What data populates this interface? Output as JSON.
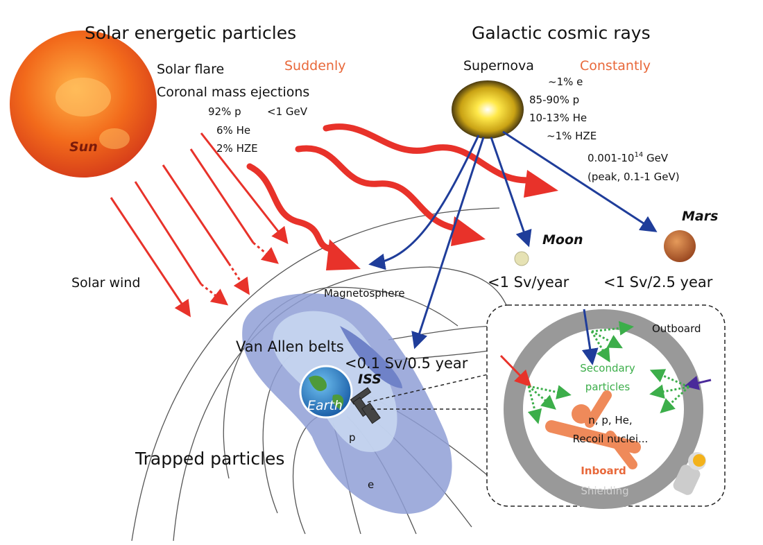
{
  "titles": {
    "sep": "Solar energetic particles",
    "gcr": "Galactic cosmic rays"
  },
  "sun": {
    "label": "Sun",
    "solar_flare": "Solar flare",
    "cme": "Coronal mass ejections",
    "timing": "Suddenly",
    "composition": [
      "92% p",
      "6% He",
      "2% HZE"
    ],
    "energy": "<1 GeV"
  },
  "supernova": {
    "label": "Supernova",
    "timing": "Constantly",
    "composition": [
      "~1% e",
      "85-90% p",
      "10-13% He",
      "~1% HZE"
    ],
    "energy_prefix": "0.001-10",
    "energy_exp": "14",
    "energy_suffix": " GeV",
    "energy_peak": "(peak, 0.1-1 GeV)"
  },
  "moon": {
    "label": "Moon",
    "dose": "<1 Sv/year"
  },
  "mars": {
    "label": "Mars",
    "dose": "<1 Sv/2.5 year"
  },
  "solar_wind": "Solar wind",
  "magnetosphere": "Magnetosphere",
  "van_allen": "Van Allen belts",
  "iss": {
    "label": "ISS",
    "dose": "<0.1 Sv/0.5 year"
  },
  "earth": "Earth",
  "belts": {
    "p": "p",
    "e": "e"
  },
  "trapped": "Trapped particles",
  "inset": {
    "outboard": "Outboard",
    "secondary": [
      "Secondary",
      "particles"
    ],
    "products": [
      "n, p, He,",
      "Recoil nuclei..."
    ],
    "inboard": "Inboard",
    "shielding": "Shielding"
  },
  "colors": {
    "red": "#e8322a",
    "blue": "#1f3d9a",
    "green": "#3cae4a",
    "orange": "#e8683a",
    "belt": "#8f9fd6"
  }
}
